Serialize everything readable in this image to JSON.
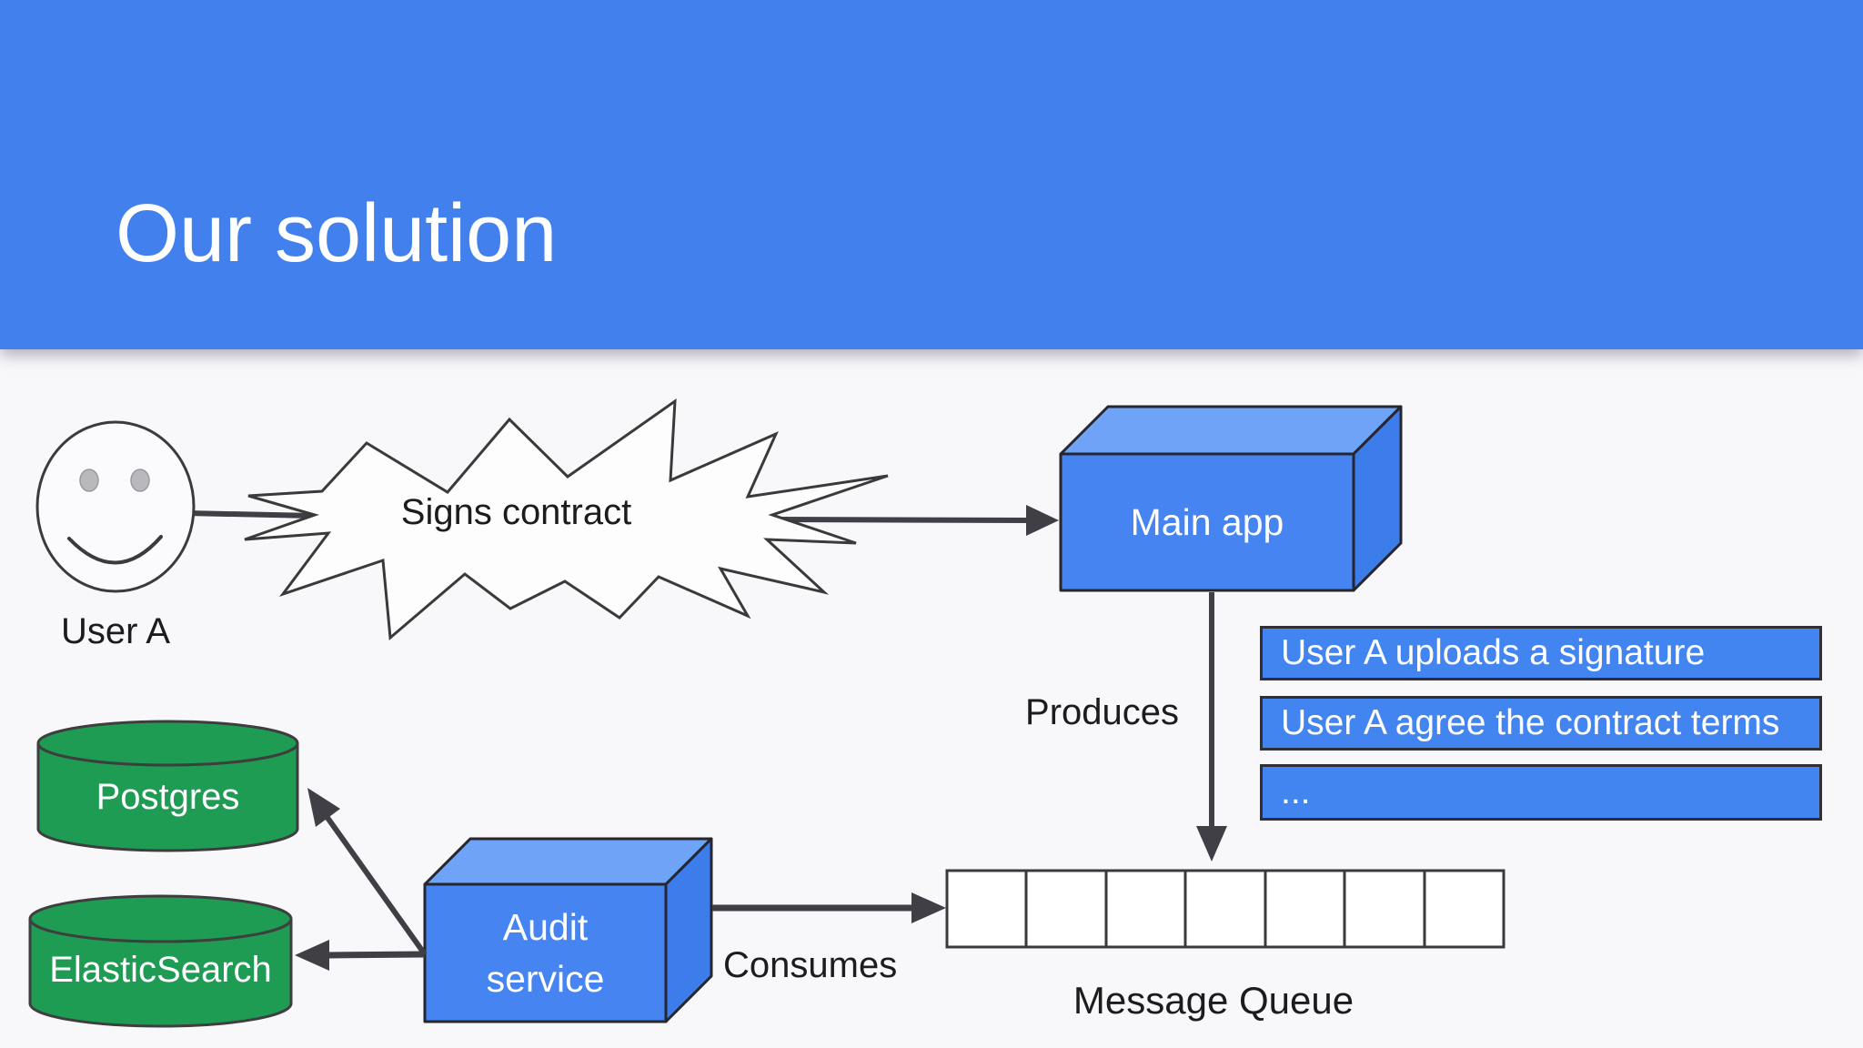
{
  "slide": {
    "title": "Our solution"
  },
  "diagram": {
    "actor": {
      "label": "User A"
    },
    "burst": {
      "label": "Signs contract"
    },
    "main_app": {
      "label": "Main app"
    },
    "produces_label": "Produces",
    "consumes_label": "Consumes",
    "events": [
      "User A uploads a signature",
      "User A agree the contract terms",
      "..."
    ],
    "queue": {
      "label": "Message Queue",
      "cells": 7
    },
    "audit_service": {
      "label": "Audit service",
      "lines": [
        "Audit",
        "service"
      ]
    },
    "databases": [
      {
        "label": "Postgres"
      },
      {
        "label": "ElasticSearch"
      }
    ]
  },
  "colors": {
    "header_blue": "#4280ee",
    "cube_front": "#4684f1",
    "cube_top": "#6fa3f7",
    "cube_side": "#3d7ceb",
    "event_box_blue": "#4285f1",
    "database_green": "#1f9c53",
    "queue_cell_white": "#ffffff",
    "arrow_gray": "#3f3f45",
    "background": "#f8f7fa"
  }
}
